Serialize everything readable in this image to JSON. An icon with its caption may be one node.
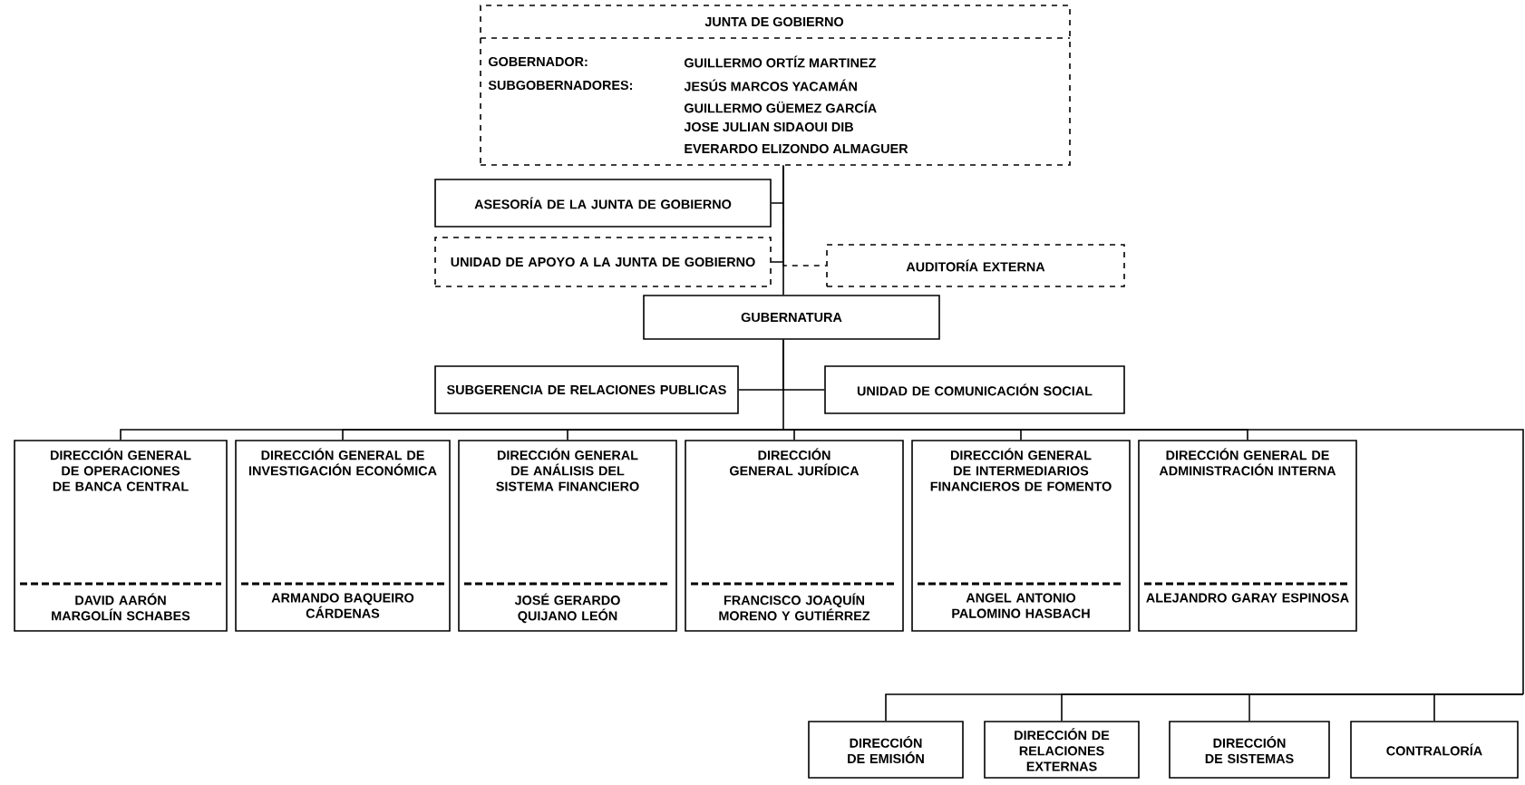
{
  "diagram": {
    "nodes": [
      {
        "text": [
          "JUNTA DE GOBIERNO",
          "GOBERNADOR:",
          "GUILLERMO ORTÍZ MARTINEZ",
          "SUBGOBERNADORES:",
          "JESÚS MARCOS YACAMÁN",
          "GUILLERMO GÜEMEZ GARCÍA",
          "JOSE JULIAN SIDAOUI DIB",
          "EVERARDO ELIZONDO ALMAGUER"
        ]
      },
      {
        "text": [
          "ASESORÍA DE LA JUNTA DE GOBIERNO"
        ]
      },
      {
        "text": [
          "UNIDAD DE APOYO A LA JUNTA DE GOBIERNO"
        ]
      },
      {
        "text": [
          "AUDITORÍA EXTERNA"
        ]
      },
      {
        "text": [
          "GUBERNATURA"
        ]
      },
      {
        "text": [
          "SUBGERENCIA DE RELACIONES PUBLICAS"
        ]
      },
      {
        "text": [
          "UNIDAD DE COMUNICACIÓN SOCIAL"
        ]
      },
      {
        "text": [
          "DIRECCIÓN GENERAL DE OPERACIONES DE BANCA CENTRAL",
          "DAVID AARÓN MARGOLÍN SCHABES"
        ]
      },
      {
        "text": [
          "DIRECCIÓN GENERAL DE INVESTIGACIÓN ECONÓMICA",
          "ARMANDO BAQUEIRO CÁRDENAS"
        ]
      },
      {
        "text": [
          "DIRECCIÓN GENERAL DE ANÁLISIS DEL SISTEMA FINANCIERO",
          "JOSÉ GERARDO QUIJANO LEÓN"
        ]
      },
      {
        "text": [
          "DIRECCIÓN GENERAL JURÍDICA",
          "FRANCISCO JOAQUÍN MORENO Y GUTIÉRREZ"
        ]
      },
      {
        "text": [
          "DIRECCIÓN GENERAL DE INTERMEDIARIOS FINANCIEROS DE FOMENTO",
          "ANGEL ANTONIO PALOMINO HASBACH"
        ]
      },
      {
        "text": [
          "DIRECCIÓN GENERAL DE ADMINISTRACIÓN INTERNA",
          "ALEJANDRO GARAY ESPINOSA"
        ]
      },
      {
        "text": [
          "DIRECCIÓN DE EMISIÓN"
        ]
      },
      {
        "text": [
          "DIRECCIÓN DE RELACIONES EXTERNAS"
        ]
      },
      {
        "text": [
          "DIRECCIÓN DE SISTEMAS"
        ]
      },
      {
        "text": [
          "CONTRALORÍA"
        ]
      }
    ],
    "edges": [
      {
        "from": 0,
        "to": 1,
        "arrow": "none"
      },
      {
        "from": 0,
        "to": 2,
        "arrow": "none"
      },
      {
        "from": 0,
        "to": 3,
        "arrow": "none",
        "style": "dashed"
      },
      {
        "from": 0,
        "to": 4,
        "arrow": "none"
      },
      {
        "from": 4,
        "to": 5,
        "arrow": "none"
      },
      {
        "from": 4,
        "to": 6,
        "arrow": "none"
      },
      {
        "from": 4,
        "to": 7,
        "arrow": "none"
      },
      {
        "from": 4,
        "to": 8,
        "arrow": "none"
      },
      {
        "from": 4,
        "to": 9,
        "arrow": "none"
      },
      {
        "from": 4,
        "to": 10,
        "arrow": "none"
      },
      {
        "from": 4,
        "to": 11,
        "arrow": "none"
      },
      {
        "from": 4,
        "to": 12,
        "arrow": "none"
      },
      {
        "from": 4,
        "to": 13,
        "arrow": "none"
      },
      {
        "from": 4,
        "to": 14,
        "arrow": "none"
      },
      {
        "from": 4,
        "to": 15,
        "arrow": "none"
      },
      {
        "from": 4,
        "to": 16,
        "arrow": "none"
      }
    ]
  }
}
